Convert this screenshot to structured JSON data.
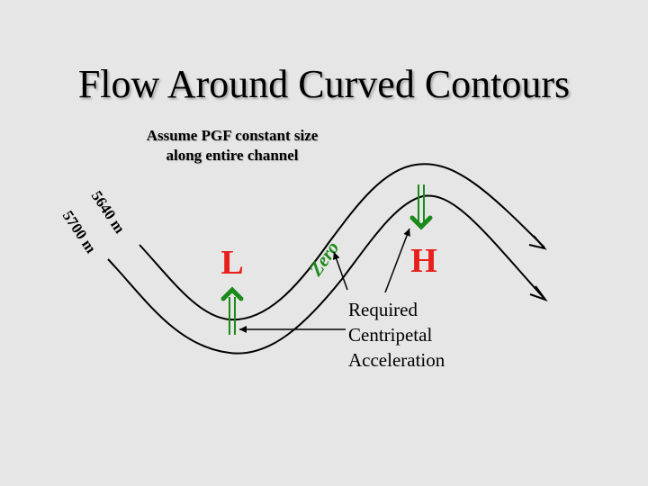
{
  "title": "Flow Around Curved Contours",
  "note": {
    "line1": "Assume PGF constant size",
    "line2": "along entire channel"
  },
  "contours": [
    {
      "label": "5640 m"
    },
    {
      "label": "5700 m"
    }
  ],
  "low_label": "L",
  "high_label": "H",
  "zero_label": "Zero",
  "acceleration_label": {
    "line1": "Required",
    "line2": "Centripetal",
    "line3": "Acceleration"
  },
  "colors": {
    "background": "#e6e6e6",
    "pressure_letters": "#e8201c",
    "arrows": "#1a8a1a"
  }
}
